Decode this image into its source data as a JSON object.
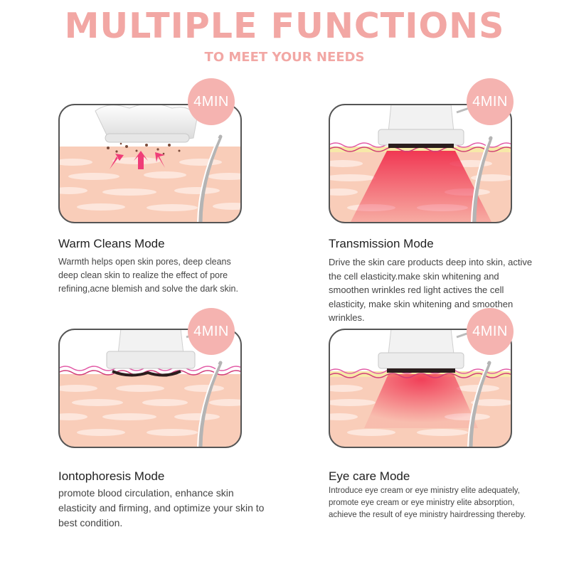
{
  "header": {
    "title": "MULTIPLE FUNCTIONS",
    "subtitle": "TO MEET YOUR NEEDS"
  },
  "colors": {
    "accent": "#f2a7a4",
    "badge": "#f5b3b0",
    "skin": "#f8c9b6",
    "light": "#f03b59"
  },
  "modes": [
    {
      "badge": "4MIN",
      "title": "Warm Cleans Mode",
      "description": "Warmth helps open skin pores, deep cleans deep clean skin to realize the effect of pore refining,acne blemish and solve the dark skin."
    },
    {
      "badge": "4MIN",
      "title": "Transmission Mode",
      "description": "Drive the skin care products deep into skin, active the cell elasticity.make skin whitening and smoothen wrinkles red light actives the cell elasticity, make skin whitening and smoothen wrinkles."
    },
    {
      "badge": "4MIN",
      "title": "Iontophoresis Mode",
      "description": "promote blood circulation, enhance skin elasticity and firming, and optimize your skin to best condition."
    },
    {
      "badge": "4MIN",
      "title": "Eye care Mode",
      "description": "Introduce eye cream or eye ministry elite adequately, promote eye cream or eye ministry elite absorption, achieve the result of eye ministry hairdressing thereby."
    }
  ]
}
